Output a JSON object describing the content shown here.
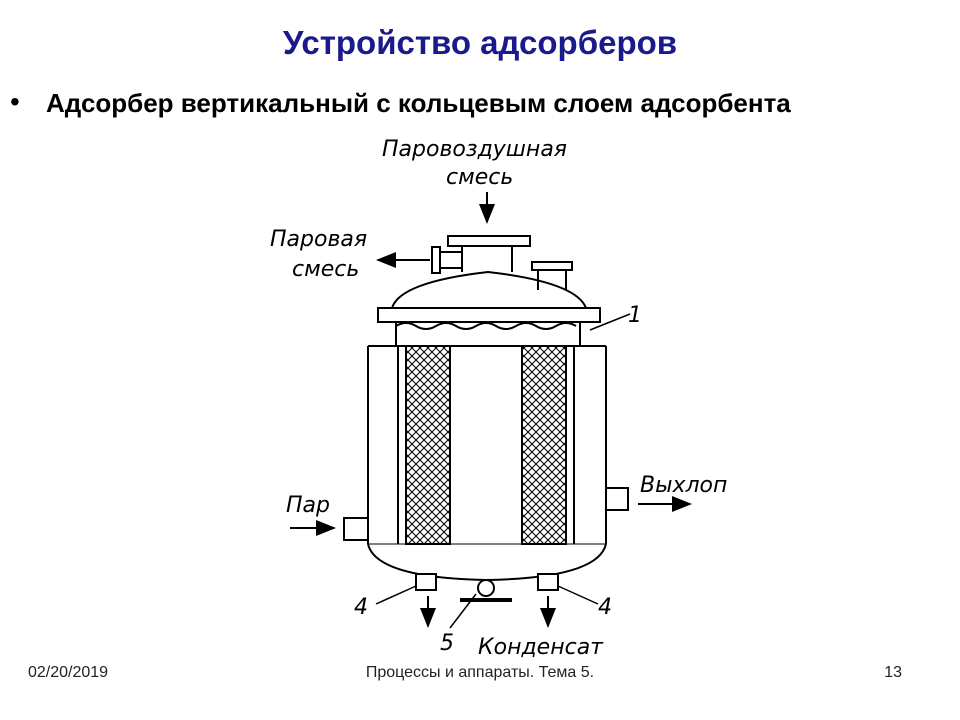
{
  "slide": {
    "title": "Устройство адсорберов",
    "bullet": "Адсорбер вертикальный с кольцевым слоем адсорбента"
  },
  "diagram": {
    "label_steam_air_mix_line1": "Паровоздушная",
    "label_steam_air_mix_line2": "смесь",
    "label_steam_mix_line1": "Паровая",
    "label_steam_mix_line2": "смесь",
    "label_steam": "Пар",
    "label_exhaust": "Выхлоп",
    "label_condensate": "Конденсат",
    "callout_1": "1",
    "callout_4_left": "4",
    "callout_4_right": "4",
    "callout_5": "5"
  },
  "footer": {
    "date": "02/20/2019",
    "course": "Процессы и аппараты. Тема 5.",
    "page": "13"
  }
}
